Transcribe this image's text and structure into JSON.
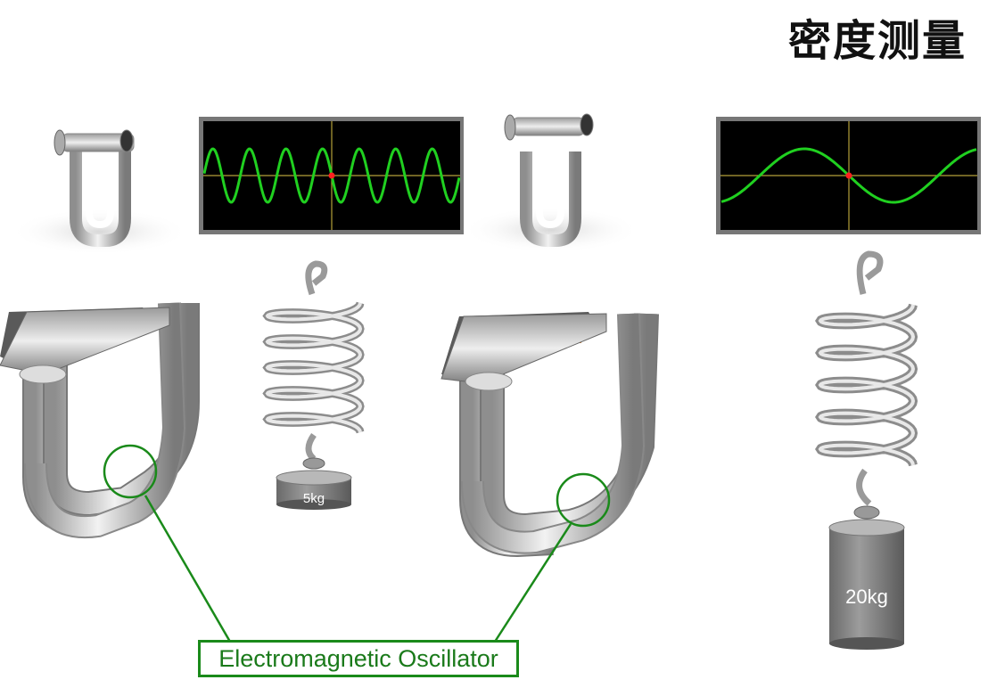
{
  "title": "密度测量",
  "oscillator_label": "Electromagnetic Oscillator",
  "weights": {
    "light": "5kg",
    "heavy": "20kg"
  },
  "colors": {
    "wave": "#20d020",
    "scope_bg": "#000000",
    "scope_axis": "#b5a13a",
    "marker": "#ff2020",
    "callout": "#1a8a1a",
    "pipe": "#c8c8c8",
    "bracket": "#c87830"
  },
  "icons": [
    "flowmeter-icon",
    "oscilloscope-icon",
    "spring-icon",
    "weight-icon"
  ]
}
